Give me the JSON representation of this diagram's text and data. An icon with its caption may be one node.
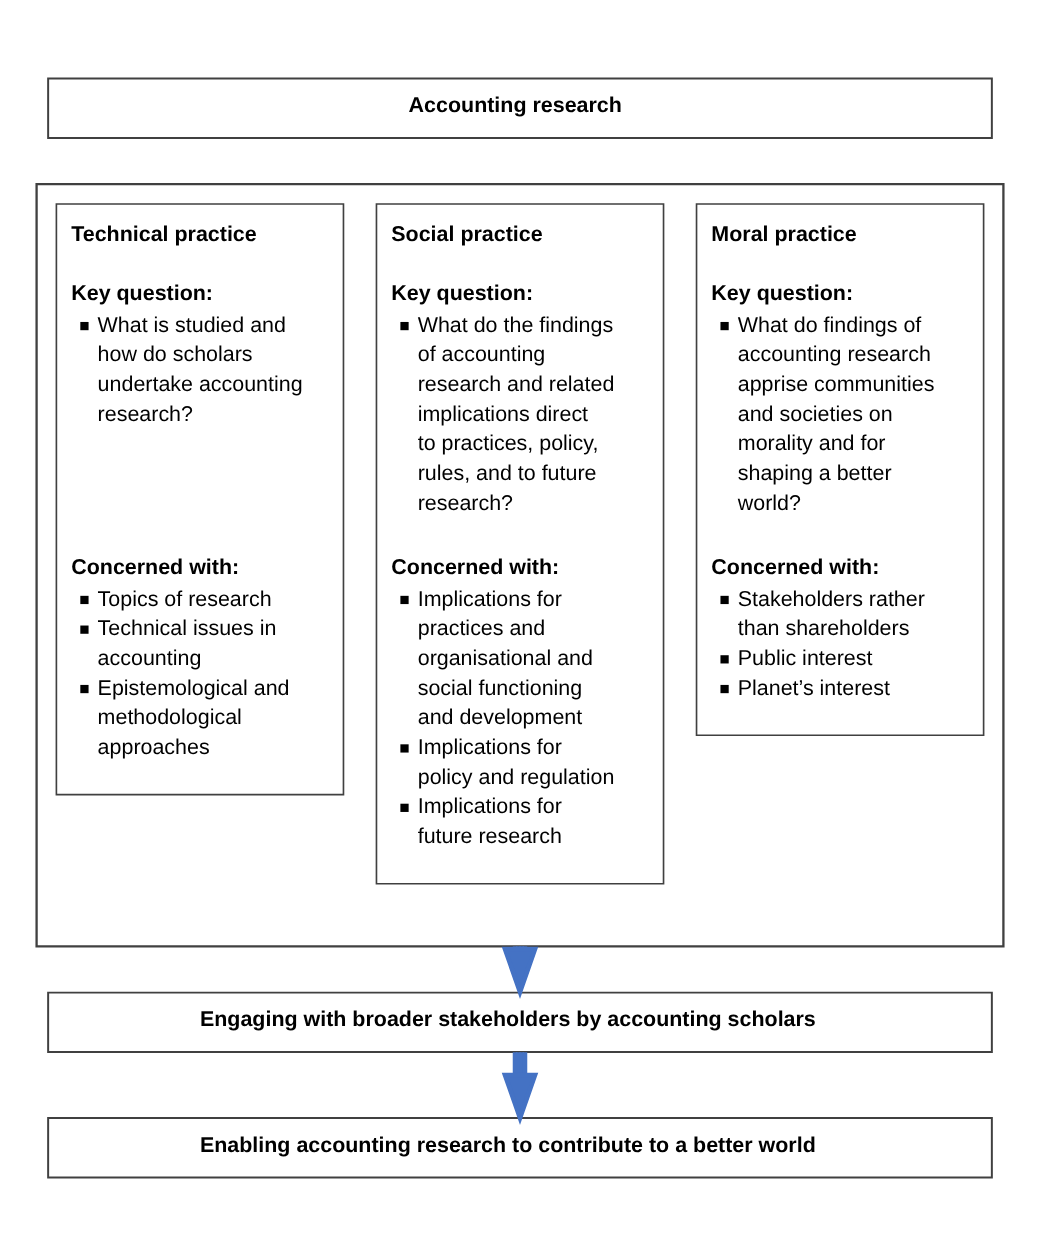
{
  "diagram": {
    "nodes": [
      {
        "text": [
          "Accounting research"
        ]
      },
      {
        "text": [],
        "shape": "box"
      },
      {
        "text": [
          "Technical practice",
          "Key question:",
          "What is studied and how do scholars undertake accounting research?",
          "Concerned with:",
          "Topics of research",
          "Technical issues in accounting",
          "Epistemological and methodological approaches"
        ],
        "in": 1
      },
      {
        "text": [
          "Social practice",
          "Key question:",
          "What do the findings of accounting research and related implications direct to practices, policy, rules, and to future research?",
          "Concerned with:",
          "Implications for practices and organisational and social functioning and development",
          "Implications for policy and regulation",
          "Implications for future research"
        ],
        "in": 1
      },
      {
        "text": [
          "Moral practice",
          "Key question:",
          "What do findings of accounting research apprise communities and societies on morality and for shaping a better world?",
          "Concerned with:",
          "Stakeholders rather than shareholders",
          "Public interest",
          "Planet’s interest"
        ],
        "in": 1
      },
      {
        "text": [
          "Engaging with broader stakeholders by accounting scholars"
        ]
      },
      {
        "text": [
          "Enabling accounting research to contribute to a better world"
        ]
      }
    ],
    "edges": [
      {
        "from": 1,
        "to": 5,
        "arrow": "to"
      },
      {
        "from": 5,
        "to": 6,
        "arrow": "to"
      }
    ]
  }
}
